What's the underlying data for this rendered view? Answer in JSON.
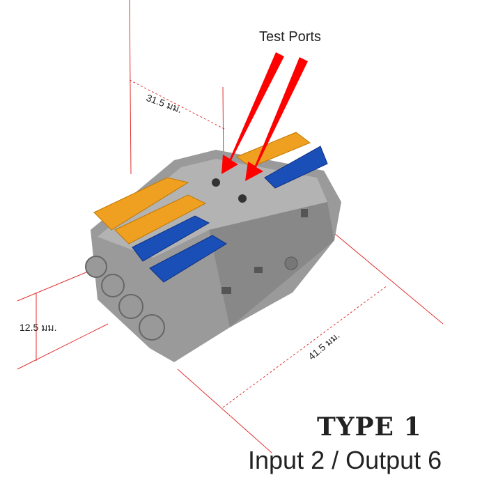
{
  "annotations": {
    "test_ports": "Test Ports",
    "dim_depth": "31.5 มม.",
    "dim_height": "12.5 มม.",
    "dim_length": "41.5 มม."
  },
  "caption": {
    "type": "TYPE 1",
    "io": "Input 2 / Output 6"
  },
  "colors": {
    "body": "#9a9a9a",
    "orange": "#f0a020",
    "blue": "#1a4fb8",
    "arrow": "#ff0000",
    "dimension": "#e03030"
  }
}
